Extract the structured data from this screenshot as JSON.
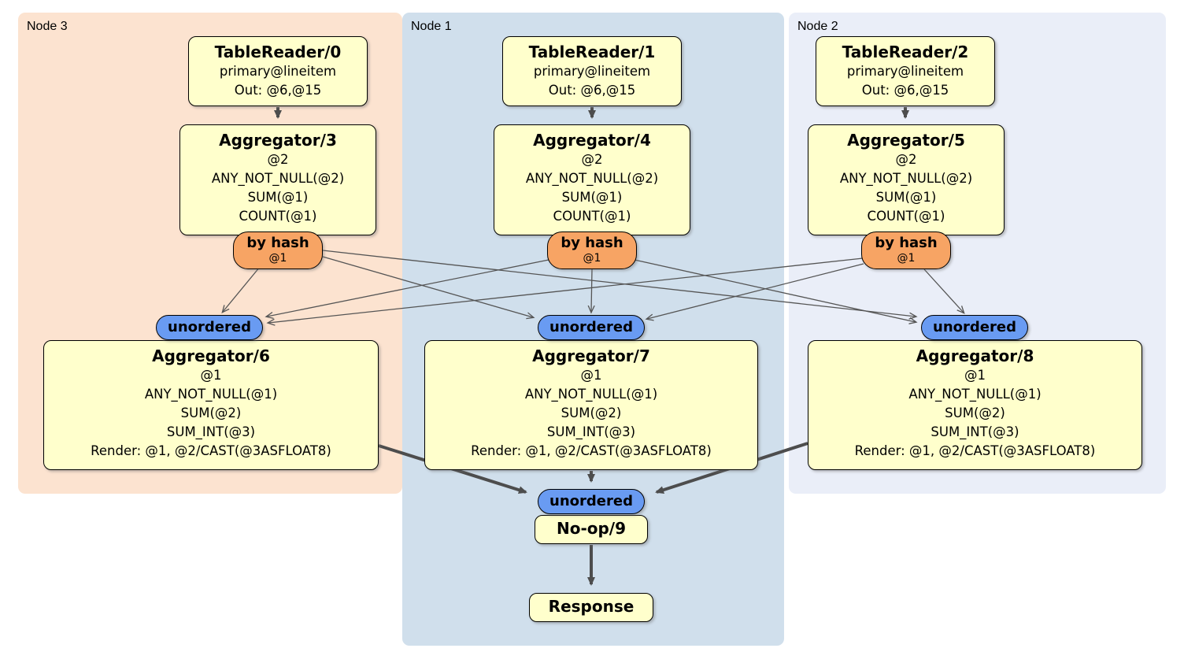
{
  "regions": {
    "node3": {
      "label": "Node 3"
    },
    "node1": {
      "label": "Node 1"
    },
    "node2": {
      "label": "Node 2"
    }
  },
  "operators": {
    "tr0": {
      "title": "TableReader/0",
      "lines": [
        "primary@lineitem",
        "Out: @6,@15"
      ]
    },
    "tr1": {
      "title": "TableReader/1",
      "lines": [
        "primary@lineitem",
        "Out: @6,@15"
      ]
    },
    "tr2": {
      "title": "TableReader/2",
      "lines": [
        "primary@lineitem",
        "Out: @6,@15"
      ]
    },
    "agg3": {
      "title": "Aggregator/3",
      "lines": [
        "@2",
        "ANY_NOT_NULL(@2)",
        "SUM(@1)",
        "COUNT(@1)"
      ]
    },
    "agg4": {
      "title": "Aggregator/4",
      "lines": [
        "@2",
        "ANY_NOT_NULL(@2)",
        "SUM(@1)",
        "COUNT(@1)"
      ]
    },
    "agg5": {
      "title": "Aggregator/5",
      "lines": [
        "@2",
        "ANY_NOT_NULL(@2)",
        "SUM(@1)",
        "COUNT(@1)"
      ]
    },
    "agg6": {
      "title": "Aggregator/6",
      "lines": [
        "@1",
        "ANY_NOT_NULL(@1)",
        "SUM(@2)",
        "SUM_INT(@3)",
        "Render: @1, @2/CAST(@3ASFLOAT8)"
      ]
    },
    "agg7": {
      "title": "Aggregator/7",
      "lines": [
        "@1",
        "ANY_NOT_NULL(@1)",
        "SUM(@2)",
        "SUM_INT(@3)",
        "Render: @1, @2/CAST(@3ASFLOAT8)"
      ]
    },
    "agg8": {
      "title": "Aggregator/8",
      "lines": [
        "@1",
        "ANY_NOT_NULL(@1)",
        "SUM(@2)",
        "SUM_INT(@3)",
        "Render: @1, @2/CAST(@3ASFLOAT8)"
      ]
    },
    "noop9": {
      "title": "No-op/9"
    },
    "response": {
      "title": "Response"
    }
  },
  "routers": {
    "byhash3": {
      "label": "by hash",
      "detail": "@1"
    },
    "byhash4": {
      "label": "by hash",
      "detail": "@1"
    },
    "byhash5": {
      "label": "by hash",
      "detail": "@1"
    },
    "unordered6": {
      "label": "unordered"
    },
    "unordered7": {
      "label": "unordered"
    },
    "unordered8": {
      "label": "unordered"
    },
    "unordered9": {
      "label": "unordered"
    }
  },
  "colors": {
    "region_node3": "#fce3d0",
    "region_node1": "#d0dfec",
    "region_node2": "#eaeef8",
    "operator_box": "#ffffcc",
    "byhash_router": "#f7a464",
    "unordered_router": "#699bf2",
    "edge_thin": "#555555",
    "edge_thick": "#4d4d4d",
    "border": "#000000"
  }
}
